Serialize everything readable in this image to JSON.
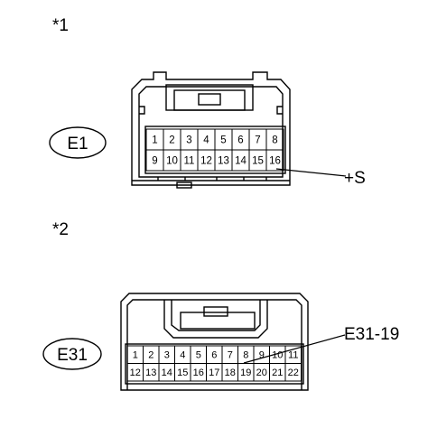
{
  "diagram": {
    "sections": [
      {
        "marker": "*1",
        "connector_id": "E1",
        "rows": [
          [
            "1",
            "2",
            "3",
            "4",
            "5",
            "6",
            "7",
            "8"
          ],
          [
            "9",
            "10",
            "11",
            "12",
            "13",
            "14",
            "15",
            "16"
          ]
        ],
        "callout": "+S"
      },
      {
        "marker": "*2",
        "connector_id": "E31",
        "rows": [
          [
            "1",
            "2",
            "3",
            "4",
            "5",
            "6",
            "7",
            "8",
            "9",
            "10",
            "11"
          ],
          [
            "12",
            "13",
            "14",
            "15",
            "16",
            "17",
            "18",
            "19",
            "20",
            "21",
            "22"
          ]
        ],
        "callout": "E31-19"
      }
    ]
  }
}
